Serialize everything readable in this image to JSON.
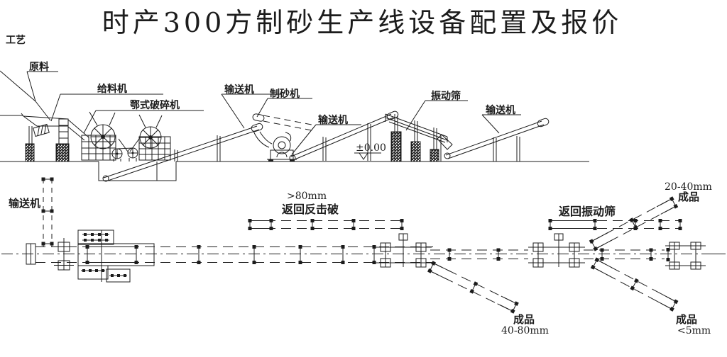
{
  "title": "时产300方制砂生产线设备配置及报价",
  "process_label": "工艺",
  "colors": {
    "ink": "#1c1c1c",
    "paper": "#ffffff"
  },
  "elevation": {
    "raw_material": "原料",
    "feeder": "给料机",
    "jaw_crusher": "鄂式破碎机",
    "conveyor_1": "输送机",
    "sand_maker": "制砂机",
    "conveyor_2": "输送机",
    "level_mark": "±0.00",
    "vibrating_screen": "振动筛",
    "conveyor_3": "输送机"
  },
  "plan": {
    "conveyor": "输送机",
    "oversize": ">80mm",
    "return_impact": "返回反击破",
    "return_screen": "返回振动筛",
    "p2040_size": "20-40mm",
    "p2040": "成品",
    "p4080": "成品",
    "p4080_size": "40-80mm",
    "p5": "成品",
    "p5_size": "<5mm"
  }
}
